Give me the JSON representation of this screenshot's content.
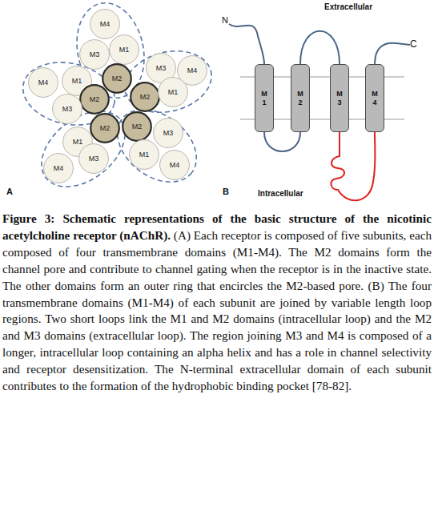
{
  "diagram": {
    "title": "Figure 3: Schematic representations of the basic structure of the nicotinic acetylcholine receptor (nAChR).",
    "caption": "(A) Each receptor is composed of five subunits, each composed of four transmembrane domains (M1-M4). The M2 domains form the channel pore and contribute to channel gating when the receptor is in the inactive state. The other domains form an outer ring that encircles the M2-based pore. (B) The four transmembrane domains (M1-M4) of each subunit are joined by variable length loop regions. Two short loops link the M1 and M2 domains (intracellular loop) and the M2 and M3 domains (extracellular loop). The region joining M3 and M4 is composed of a longer, intracellular loop containing an alpha helix and has a role in channel selectivity and receptor desensitization. The N-terminal extracellular domain of each subunit contributes to the formation of the hydrophobic binding pocket [78-82].",
    "nodes": [
      {
        "text": [
          "M4"
        ]
      },
      {
        "text": [
          "M3"
        ]
      },
      {
        "text": [
          "M1"
        ]
      },
      {
        "text": [
          "M2"
        ]
      },
      {
        "text": [
          "M3"
        ]
      },
      {
        "text": [
          "M4"
        ]
      },
      {
        "text": [
          "M4"
        ]
      },
      {
        "text": [
          "M1"
        ]
      },
      {
        "text": [
          "M2"
        ]
      },
      {
        "text": [
          "M2"
        ]
      },
      {
        "text": [
          "M1"
        ]
      },
      {
        "text": [
          "M3"
        ]
      },
      {
        "text": [
          "M2"
        ]
      },
      {
        "text": [
          "M2"
        ]
      },
      {
        "text": [
          "M3"
        ]
      },
      {
        "text": [
          "M1"
        ]
      },
      {
        "text": [
          "M1"
        ]
      },
      {
        "text": [
          "M3"
        ]
      },
      {
        "text": [
          "M4"
        ]
      },
      {
        "text": [
          "M4"
        ]
      },
      {
        "text": [
          "M 1"
        ]
      },
      {
        "text": [
          "M 2"
        ]
      },
      {
        "text": [
          "M 3"
        ]
      },
      {
        "text": [
          "M 4"
        ]
      }
    ],
    "edges": [
      {
        "from": 20,
        "to": 21,
        "arrow": "none"
      },
      {
        "from": 21,
        "to": 22,
        "arrow": "none"
      },
      {
        "from": 22,
        "to": 23,
        "arrow": "none"
      }
    ],
    "labels": [
      "N",
      "Extracellular",
      "C",
      "Intracellular",
      "A",
      "B"
    ]
  }
}
